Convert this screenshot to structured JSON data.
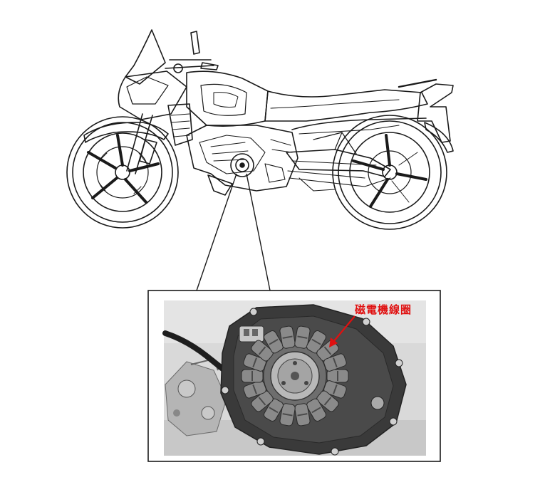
{
  "diagram": {
    "callout_label": "磁電機線圈",
    "colors": {
      "line": "#1a1a1a",
      "callout": "#e01010",
      "photo_bg": "#d9d9d9",
      "cover": "#3a3a3a",
      "coil": "#8a8a8a",
      "hub": "#b8b8b8"
    },
    "icons": [
      "motorcycle-line-drawing",
      "stator-coil-photo",
      "callout-arrow"
    ]
  }
}
